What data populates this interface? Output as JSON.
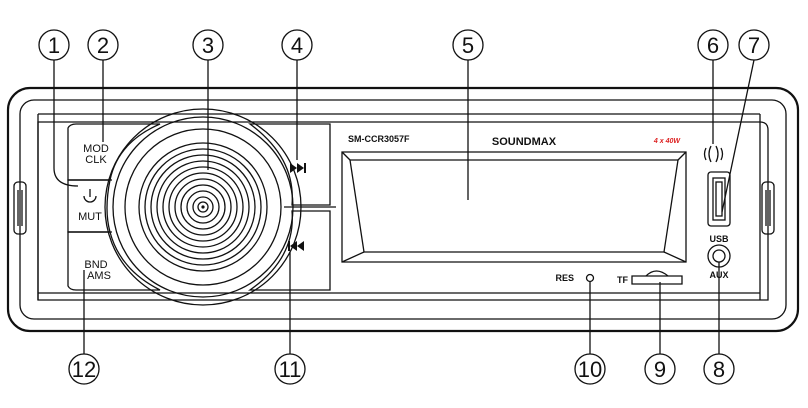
{
  "device": {
    "brand": "SOUNDMAX",
    "model": "SM-CCR3057F",
    "power": "4 x 40W"
  },
  "buttons": {
    "mod_line1": "MOD",
    "mod_line2": "CLK",
    "mut_label": "MUT",
    "bnd_line1": "BND",
    "bnd_line2": "AMS",
    "res_label": "RES",
    "tf_label": "TF",
    "usb_label": "USB",
    "aux_label": "AUX"
  },
  "callouts": [
    "1",
    "2",
    "3",
    "4",
    "5",
    "6",
    "7",
    "8",
    "9",
    "10",
    "11",
    "12"
  ],
  "icons": {
    "power": "power-icon",
    "next": "skip-forward-icon",
    "prev": "skip-back-icon",
    "mic": "mic-icon"
  }
}
